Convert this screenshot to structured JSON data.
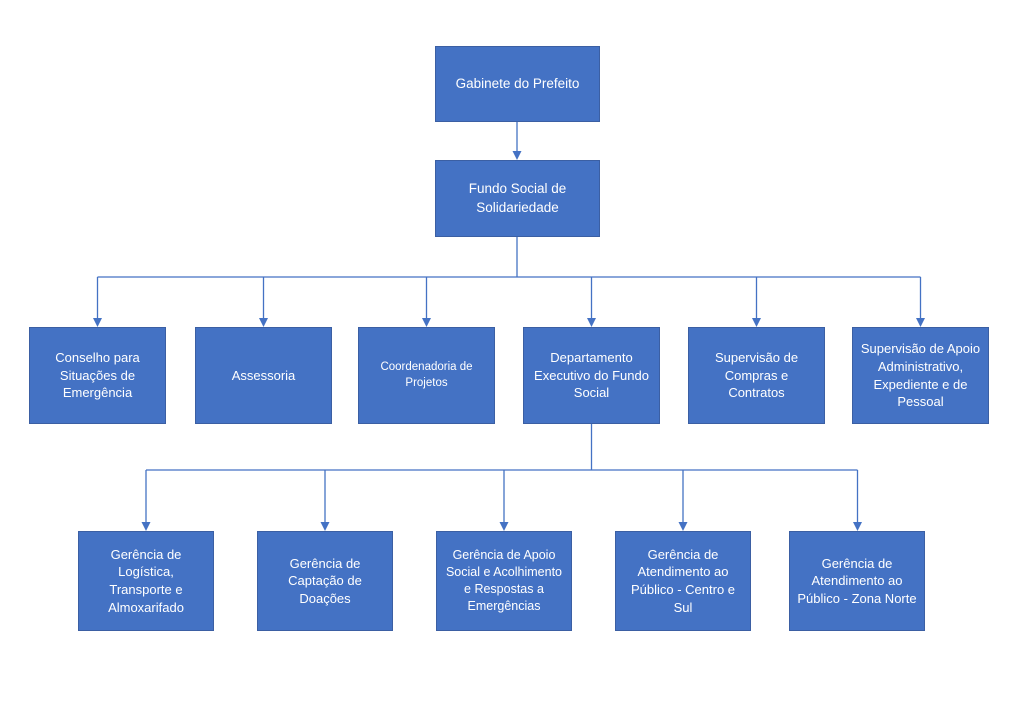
{
  "org_chart": {
    "colors": {
      "box-fill": "#4472C4",
      "box-border": "#3B5FA3",
      "text-color": "#FFFFFF",
      "connector": "#4472C4",
      "background": "#FFFFFF"
    },
    "nodes": {
      "level1": {
        "label": "Gabinete do Prefeito"
      },
      "level2": {
        "label": "Fundo Social de Solidariedade"
      },
      "level3": [
        {
          "label": "Conselho para Situações de Emergência"
        },
        {
          "label": "Assessoria"
        },
        {
          "label": "Coordenadoria de Projetos"
        },
        {
          "label": "Departamento Executivo do Fundo Social"
        },
        {
          "label": "Supervisão de Compras e Contratos"
        },
        {
          "label": "Supervisão de Apoio Administrativo, Expediente e de Pessoal"
        }
      ],
      "level4": [
        {
          "label": "Gerência de Logística, Transporte e Almoxarifado"
        },
        {
          "label": "Gerência de Captação de Doações"
        },
        {
          "label": "Gerência de Apoio Social e Acolhimento e Respostas a Emergências"
        },
        {
          "label": "Gerência de Atendimento ao Público - Centro e Sul"
        },
        {
          "label": "Gerência de Atendimento ao Público - Zona Norte"
        }
      ]
    }
  }
}
